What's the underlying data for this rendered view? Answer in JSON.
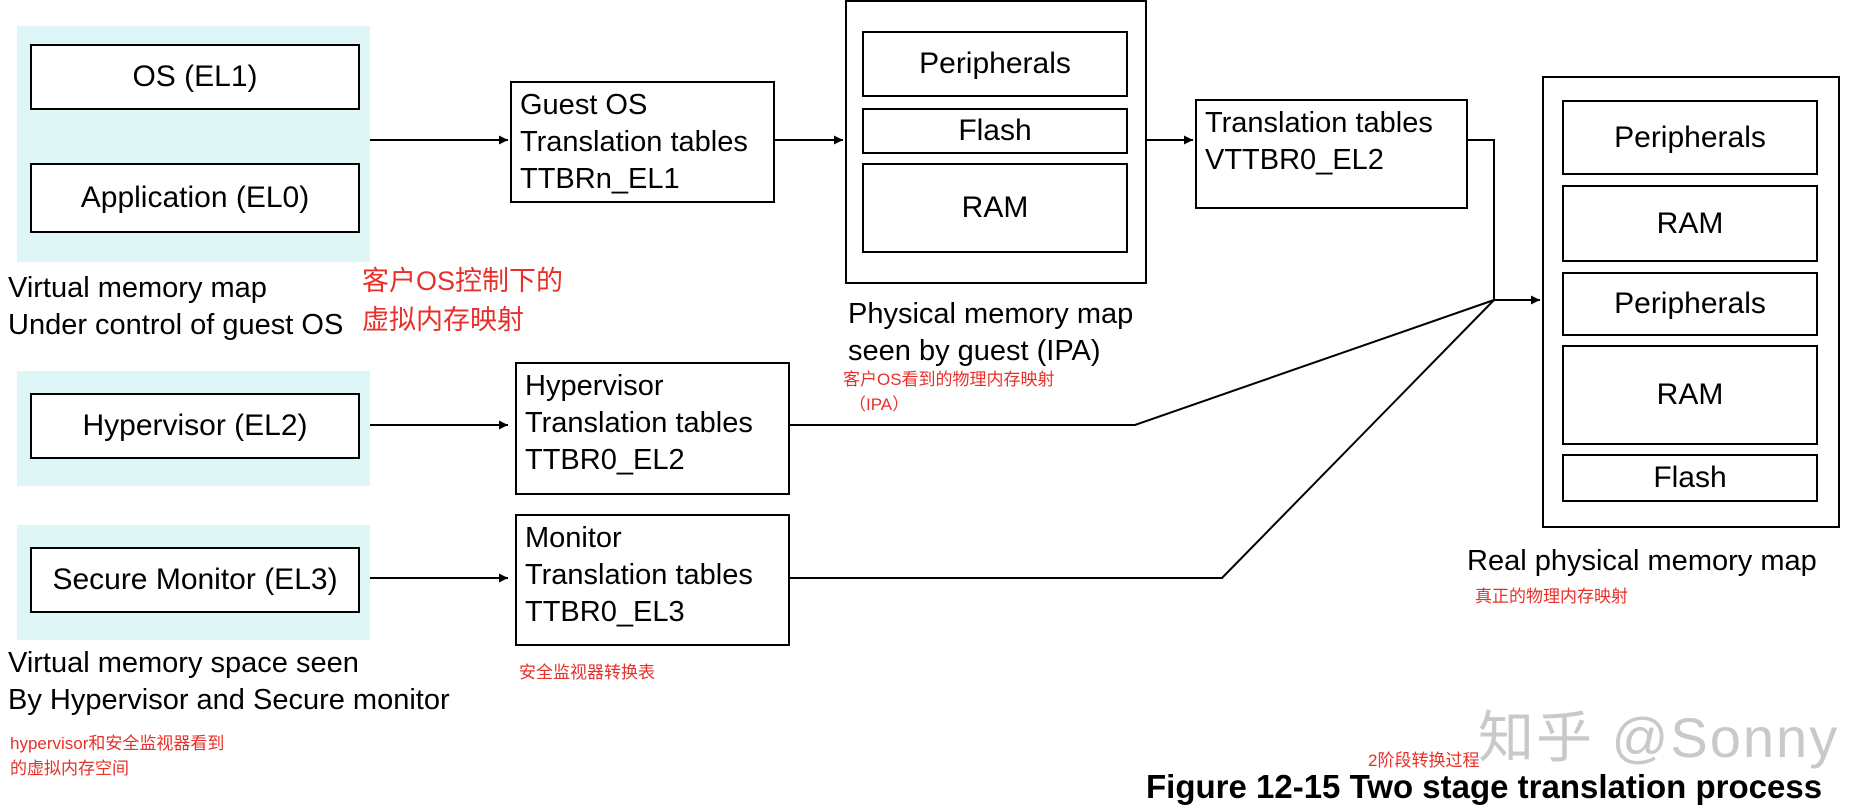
{
  "left": {
    "group1": {
      "os": "OS (EL1)",
      "app": "Application (EL0)",
      "label_line1": "Virtual memory map",
      "label_line2": "Under control of guest OS",
      "note_line1": "客户OS控制下的",
      "note_line2": "虚拟内存映射"
    },
    "group2": {
      "hyp": "Hypervisor (EL2)"
    },
    "group3": {
      "mon": "Secure Monitor (EL3)",
      "label_line1": "Virtual memory space seen",
      "label_line2": "By Hypervisor and Secure monitor",
      "note_line1": "hypervisor和安全监视器看到",
      "note_line2": "的虚拟内存空间"
    }
  },
  "tables": {
    "guest": [
      "Guest OS",
      "Translation tables",
      "TTBRn_EL1"
    ],
    "hyp": [
      "Hypervisor",
      "Translation tables",
      "TTBR0_EL2"
    ],
    "mon": [
      "Monitor",
      "Translation tables",
      "TTBR0_EL3"
    ],
    "mon_note": "安全监视器转换表",
    "stage2": [
      "Translation tables",
      "VTTBR0_EL2"
    ]
  },
  "ipa": {
    "items": [
      "Peripherals",
      "Flash",
      "RAM"
    ],
    "label_line1": "Physical memory map",
    "label_line2": "seen by guest (IPA)",
    "note_line1": "客户OS看到的物理内存映射",
    "note_line2": "（IPA）"
  },
  "real": {
    "items": [
      "Peripherals",
      "RAM",
      "Peripherals",
      "RAM",
      "Flash"
    ],
    "label": "Real physical memory map",
    "note": "真正的物理内存映射"
  },
  "footer": {
    "note": "2阶段转换过程",
    "caption": "Figure 12-15 Two stage translation process",
    "watermark": "知乎 @Sonny"
  }
}
